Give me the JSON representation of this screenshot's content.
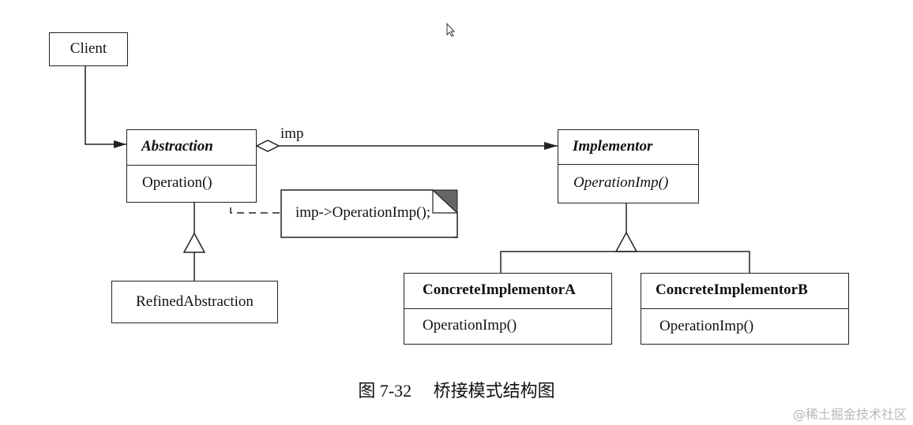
{
  "diagram": {
    "client": {
      "name": "Client"
    },
    "abstraction": {
      "name": "Abstraction",
      "operation": "Operation()"
    },
    "refined": {
      "name": "RefinedAbstraction"
    },
    "implementor": {
      "name": "Implementor",
      "operation": "OperationImp()"
    },
    "concreteA": {
      "name": "ConcreteImplementorA",
      "operation": "OperationImp()"
    },
    "concreteB": {
      "name": "ConcreteImplementorB",
      "operation": "OperationImp()"
    },
    "association_label": "imp",
    "note": "imp->OperationImp();"
  },
  "caption": "图 7-32　 桥接模式结构图",
  "watermark": "@稀土掘金技术社区"
}
